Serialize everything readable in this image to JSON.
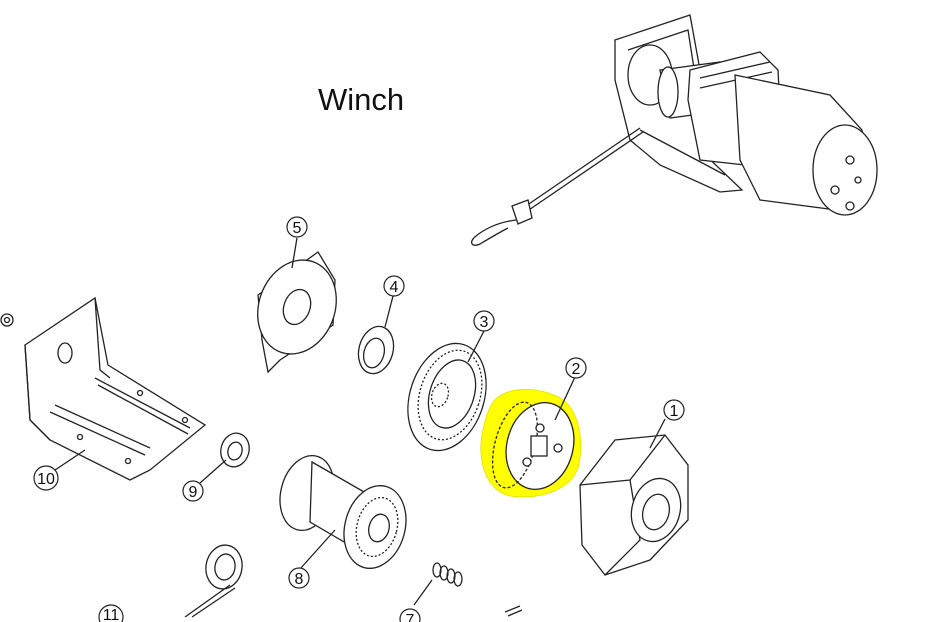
{
  "diagram": {
    "title": "Winch",
    "highlight_color": "#ffff00",
    "parts": [
      {
        "number": "1"
      },
      {
        "number": "2",
        "highlighted": true
      },
      {
        "number": "3"
      },
      {
        "number": "4"
      },
      {
        "number": "5"
      },
      {
        "number": "7"
      },
      {
        "number": "8"
      },
      {
        "number": "9"
      },
      {
        "number": "10"
      },
      {
        "number": "11"
      }
    ]
  }
}
